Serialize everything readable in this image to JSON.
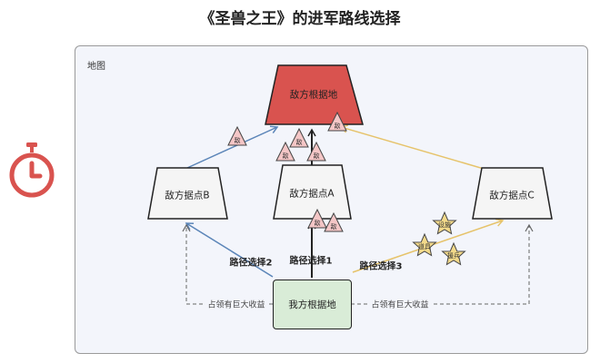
{
  "title": "《圣兽之王》的进军路线选择",
  "map_label": "地图",
  "nodes": {
    "enemy_base": "敌方根据地",
    "stronghold_b": "敌方据点B",
    "stronghold_a": "敌方据点A",
    "stronghold_c": "敌方据点C",
    "home_base": "我方根据地"
  },
  "routes": {
    "route1": "路径选择1",
    "route2": "路径选择2",
    "route3": "路径选择3"
  },
  "gain_left": "占领有巨大收益",
  "gain_right": "占领有巨大收益",
  "enemy_marker": "敌",
  "stars": [
    "设施",
    "道具",
    "援兵"
  ],
  "colors": {
    "enemy_base_fill": "#d9534f",
    "enemy_tri_fill": "#f4c6c6",
    "star_fill": "#f2d98a",
    "home_fill": "#d9ecd7",
    "route_blue": "#5b85b8",
    "route_yellow": "#e6c36a",
    "timer_red": "#d9534f"
  },
  "icons": {
    "timer": "stopwatch-icon"
  }
}
